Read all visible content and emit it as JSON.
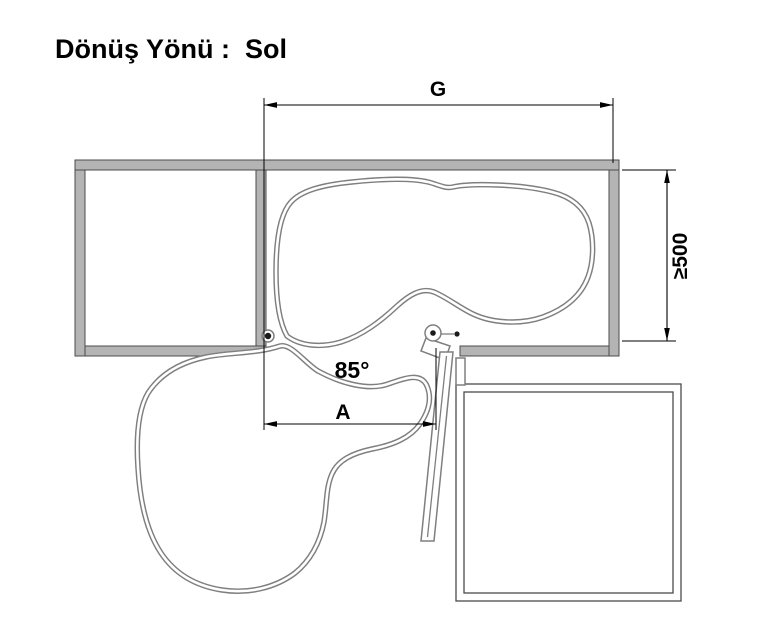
{
  "title": "Dönüş Yönü :  Sol",
  "labels": {
    "g": "G",
    "depth_min": "≥500",
    "a": "A",
    "angle": "85°"
  },
  "colors": {
    "dimension": "#000000",
    "tray_outline": "#7f7f7f",
    "wall_fill": "#b4b4b4",
    "wall_stroke": "#4b4b4b",
    "background": "#ffffff"
  }
}
